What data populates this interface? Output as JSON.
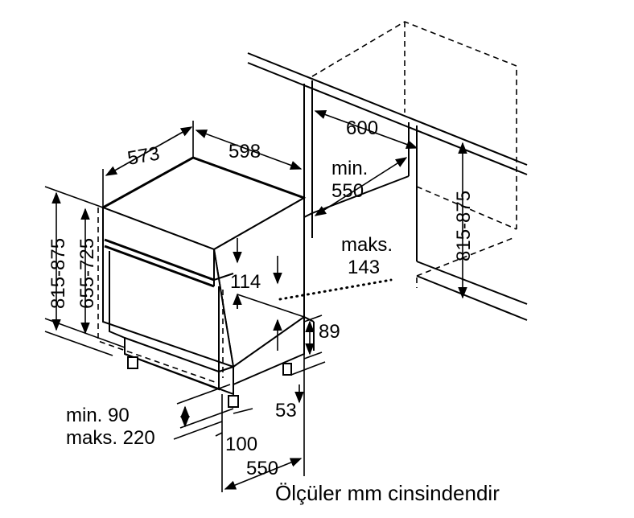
{
  "labels": {
    "depth": "573",
    "width": "598",
    "niche_width": "600",
    "niche_min_label": "min.",
    "niche_min_value": "550",
    "height_total": "815-875",
    "height_body": "655-725",
    "panel_height": "114",
    "maks_label": "maks.",
    "maks_value": "143",
    "plinth_height": "89",
    "plinth_inset": "53",
    "toe_min": "min. 90",
    "toe_max": "maks. 220",
    "foot_offset": "100",
    "bottom_depth": "550",
    "niche_height": "815-875"
  },
  "caption": "Ölçüler mm cinsindendir"
}
